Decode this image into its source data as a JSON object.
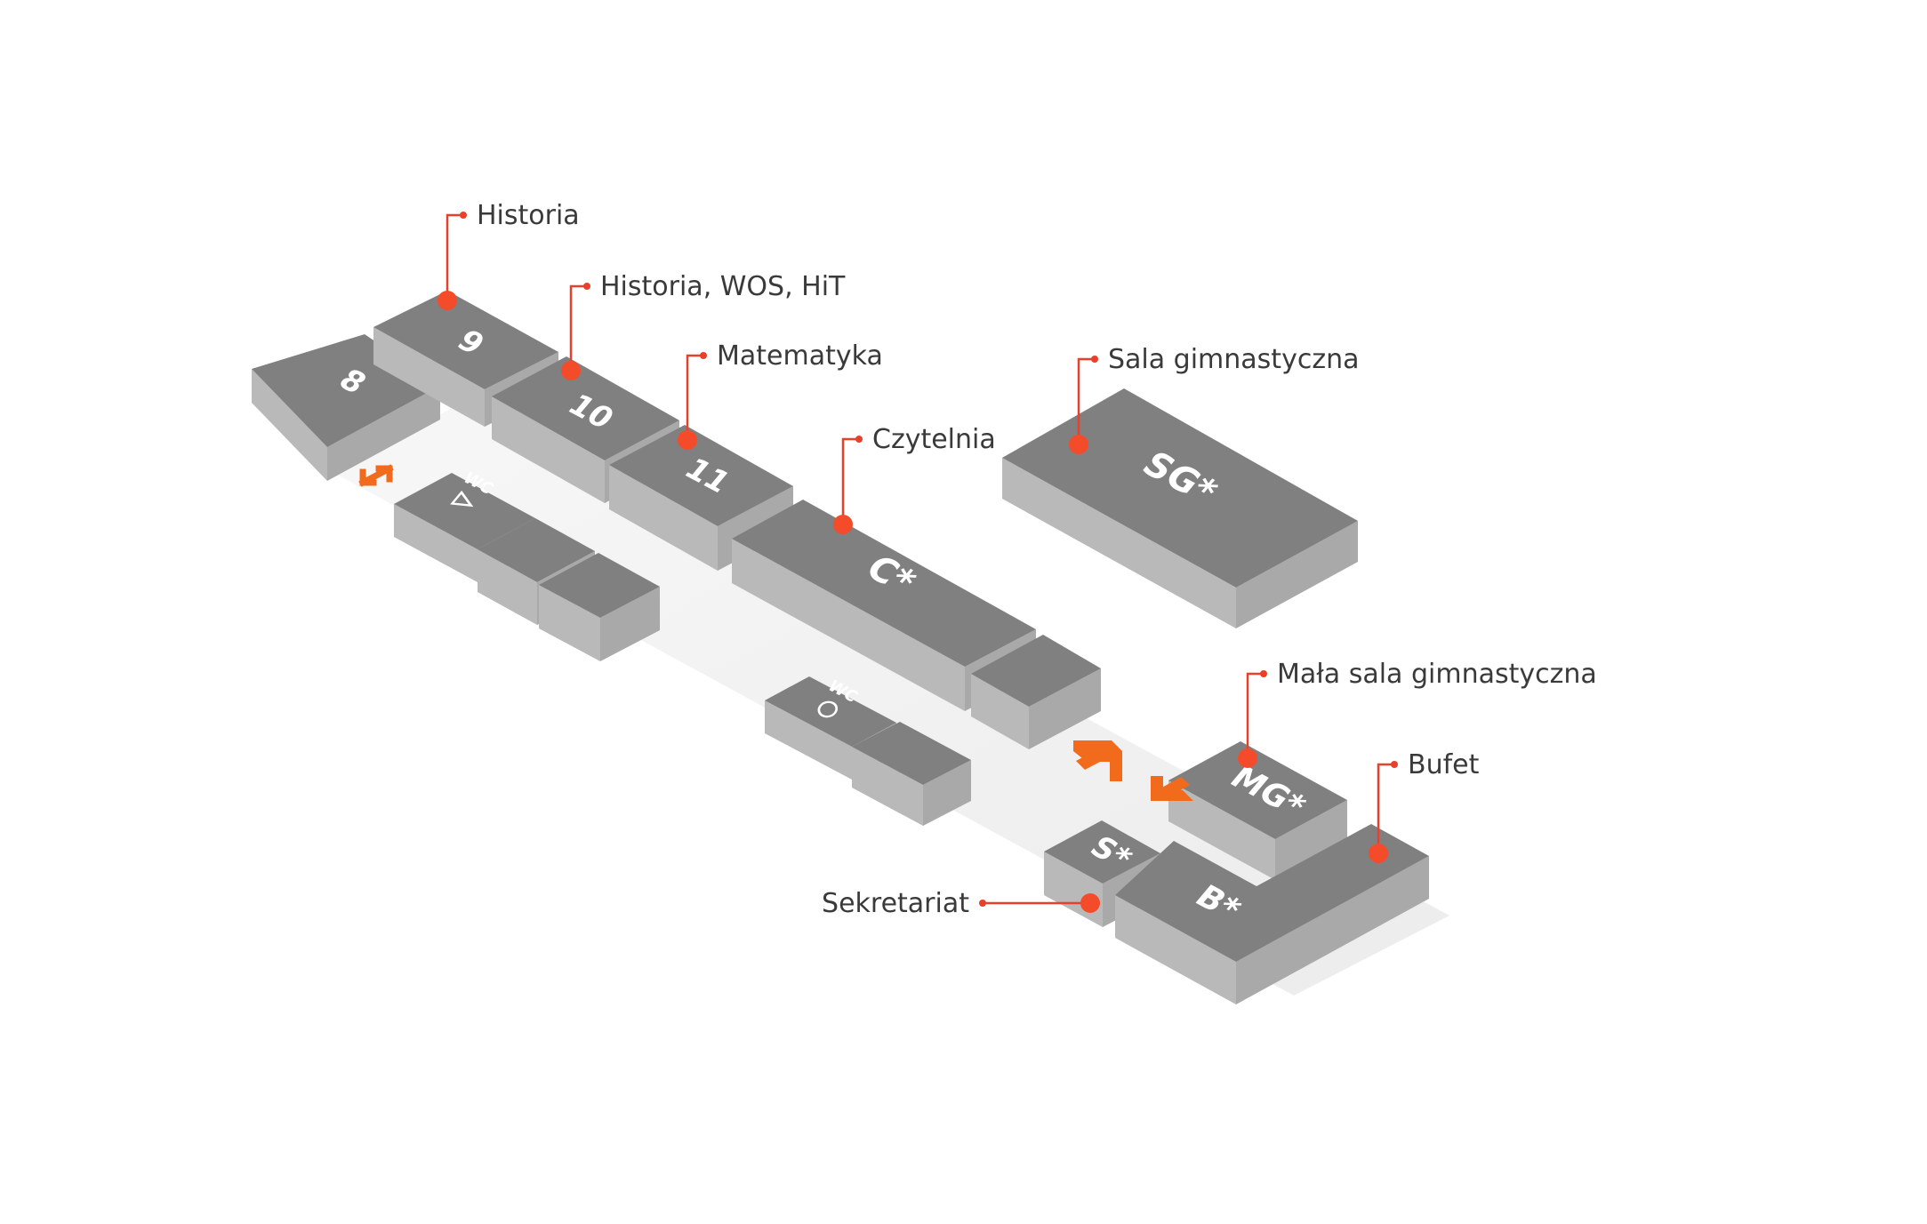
{
  "colors": {
    "top": "#808080",
    "left": "#b9b9b9",
    "right": "#a9a9a9",
    "accent": "#f26b1d",
    "callout": "#e8402a"
  },
  "rooms": {
    "r8": "8",
    "r9": "9",
    "r10": "10",
    "r11": "11",
    "c": "C*",
    "sg": "SG*",
    "mg": "MG*",
    "s": "S*",
    "b": "B*",
    "wc1": "WC",
    "wc2": "WC"
  },
  "callouts": {
    "historia": "Historia",
    "historia_wos_hit": "Historia, WOS, HiT",
    "matematyka": "Matematyka",
    "czytelnia": "Czytelnia",
    "sala_gimnastyczna": "Sala gimnastyczna",
    "mala_sala_gimnastyczna": "Mała sala gimnastyczna",
    "bufet": "Bufet",
    "sekretariat": "Sekretariat"
  },
  "icons": {
    "wc_men": "triangle-icon",
    "wc_women": "circle-icon",
    "stairs": "double-arrow-icon",
    "entrance_in": "arrow-up-right-icon",
    "entrance_out": "arrow-down-left-icon"
  }
}
